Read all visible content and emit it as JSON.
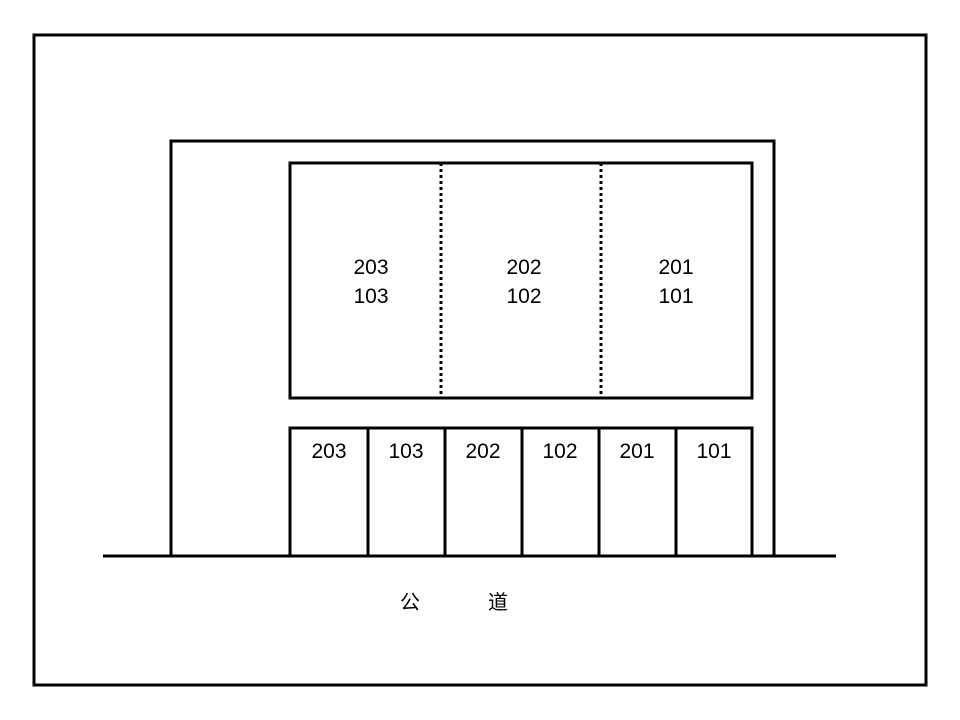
{
  "colors": {
    "stroke": "#000000",
    "background": "#ffffff"
  },
  "building_units": [
    {
      "upper": "203",
      "lower": "103"
    },
    {
      "upper": "202",
      "lower": "102"
    },
    {
      "upper": "201",
      "lower": "101"
    }
  ],
  "parking_spaces": [
    "203",
    "103",
    "202",
    "102",
    "201",
    "101"
  ],
  "road": {
    "char1": "公",
    "char2": "道"
  }
}
